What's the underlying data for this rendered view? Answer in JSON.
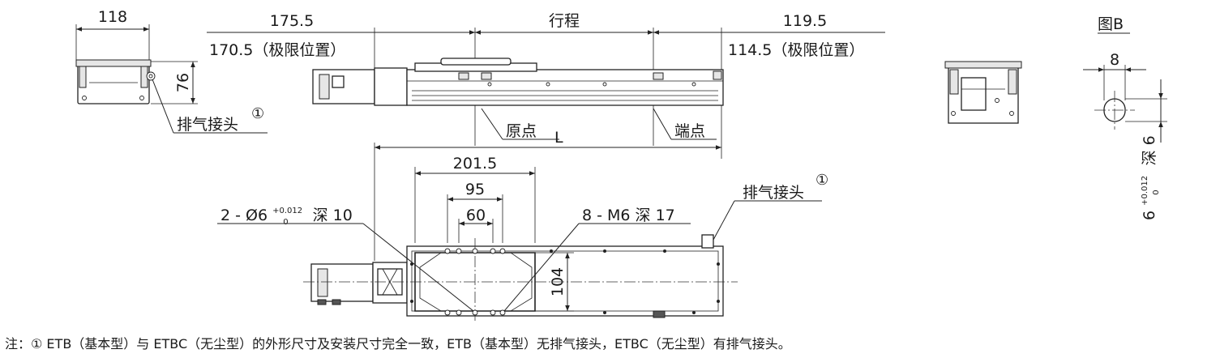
{
  "top_view": {
    "dim_left": "175.5",
    "dim_left_limit": "170.5（极限位置）",
    "dim_stroke": "行程",
    "dim_right": "119.5",
    "dim_right_limit": "114.5（极限位置）",
    "label_origin": "原点",
    "label_L": "L",
    "label_end": "端点"
  },
  "end_view": {
    "dim_width": "118",
    "dim_height": "76",
    "label_vent": "排气接头",
    "vent_mark": "①"
  },
  "bottom_view": {
    "dim_201_5": "201.5",
    "dim_95": "95",
    "dim_60": "60",
    "dim_104": "104",
    "pin_hole_callout_prefix": "2 - Ø6",
    "pin_hole_tol_upper": "+0.012",
    "pin_hole_tol_lower": "0",
    "pin_hole_callout_suffix": "深 10",
    "tap_callout": "8 - M6 深 17",
    "label_vent": "排气接头",
    "vent_mark": "①"
  },
  "detail_b": {
    "title": "图B",
    "dim_8": "8",
    "depth_base": "6",
    "depth_tol_upper": "+0.012",
    "depth_tol_lower": "0",
    "depth_suffix": "深 6"
  },
  "note": "注：① ETB（基本型）与 ETBC（无尘型）的外形尺寸及安装尺寸完全一致，ETB（基本型）无排气接头，ETBC（无尘型）有排气接头。"
}
